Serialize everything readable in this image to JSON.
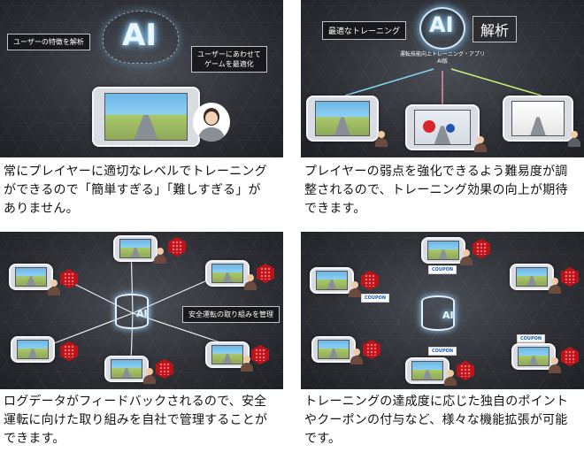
{
  "panels": [
    {
      "labels": {
        "ai": "AI",
        "user_features": "ユーザーの特徴を解析",
        "optimize_line1": "ユーザーにあわせて",
        "optimize_line2": "ゲームを最適化"
      },
      "caption": [
        "常にプレイヤーに適切なレベルでトレーニング",
        "ができるので「簡単すぎる」「難しすぎる」が",
        "ありません。"
      ]
    },
    {
      "labels": {
        "ai": "AI",
        "optimal_training": "最適なトレーニング",
        "analysis": "解析",
        "app_line1": "運転技能向上トレーニング・アプリ",
        "app_line2": "AI版"
      },
      "caption": [
        "プレイヤーの弱点を強化できるよう難易度が調",
        "整されるので、トレーニング効果の向上が期待",
        "できます。"
      ]
    },
    {
      "labels": {
        "ai": "AI",
        "safety_management": "安全運転の取り組みを管理"
      },
      "caption": [
        "ログデータがフィードバックされるので、安全",
        "運転に向けた取り組みを自社で管理することが",
        "できます。"
      ]
    },
    {
      "labels": {
        "ai": "AI",
        "coupon": "COUPON"
      },
      "caption": [
        "トレーニングの達成度に応じた独自のポイント",
        "やクーポンの付与など、様々な機能拡張が可能",
        "です。"
      ]
    }
  ],
  "colors": {
    "panel_bg": "#2f3137",
    "line_cyan": "#7fd6f0",
    "line_pink": "#f08aa0",
    "line_green": "#c8f07a",
    "hex_red": "#b8141b"
  }
}
